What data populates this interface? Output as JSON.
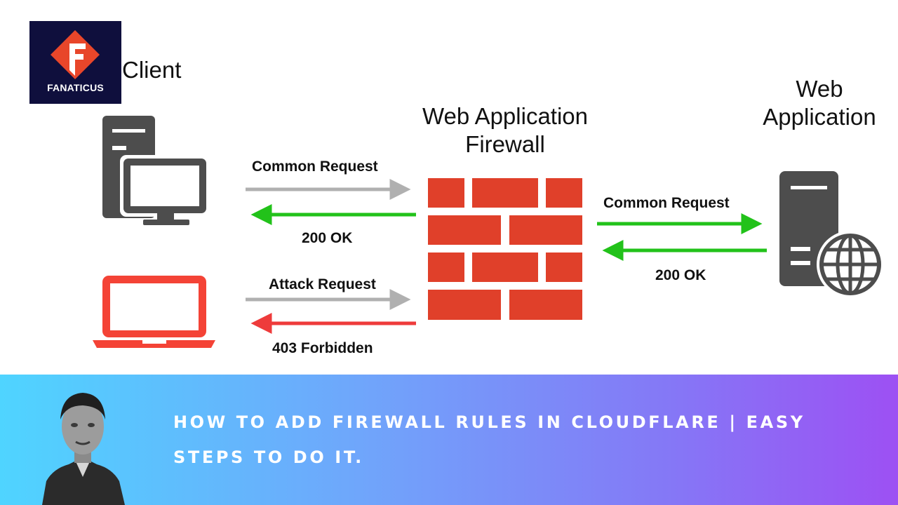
{
  "logo": {
    "text": "FANATICUS",
    "brand_color": "#e8462a"
  },
  "labels": {
    "client": "Client",
    "waf": "Web Application\nFirewall",
    "web_app": "Web\nApplication",
    "common_request_left": "Common Request",
    "ok_left": "200 OK",
    "attack_request": "Attack Request",
    "forbidden": "403 Forbidden",
    "common_request_right": "Common Request",
    "ok_right": "200 OK"
  },
  "banner": {
    "title": "HOW TO ADD FIREWALL RULES IN CLOUDFLARE | EASY STEPS TO DO IT."
  },
  "colors": {
    "firewall_brick": "#e0402a",
    "arrow_gray": "#b0b0b0",
    "arrow_green": "#22c21a",
    "arrow_red": "#ee3b3b",
    "device_gray": "#4d4d4d",
    "laptop_red": "#f44336",
    "banner_start": "#4fd4ff",
    "banner_end": "#9d50f3"
  }
}
